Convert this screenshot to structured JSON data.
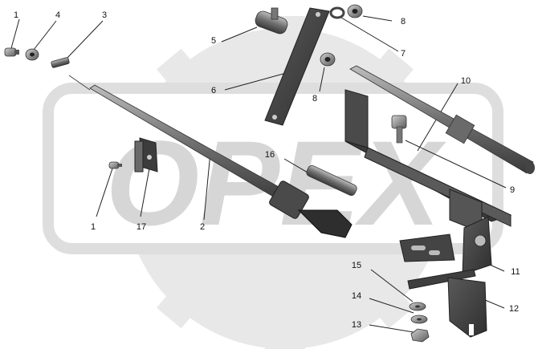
{
  "watermark": {
    "text": "OPEX",
    "color": "#d9d9d9",
    "gear_color": "#e6e6e6"
  },
  "colors": {
    "part_dark": "#3b3b3b",
    "part_mid": "#666666",
    "part_light": "#9a9a9a",
    "leader": "#222222"
  },
  "callouts": {
    "c1a": "1",
    "c4": "4",
    "c3": "3",
    "c5": "5",
    "c6": "6",
    "c8a": "8",
    "c8b": "8",
    "c7": "7",
    "c10": "10",
    "c9": "9",
    "c16": "16",
    "c1b": "1",
    "c17": "17",
    "c2": "2",
    "c11": "11",
    "c15": "15",
    "c14": "14",
    "c12": "12",
    "c13": "13"
  }
}
